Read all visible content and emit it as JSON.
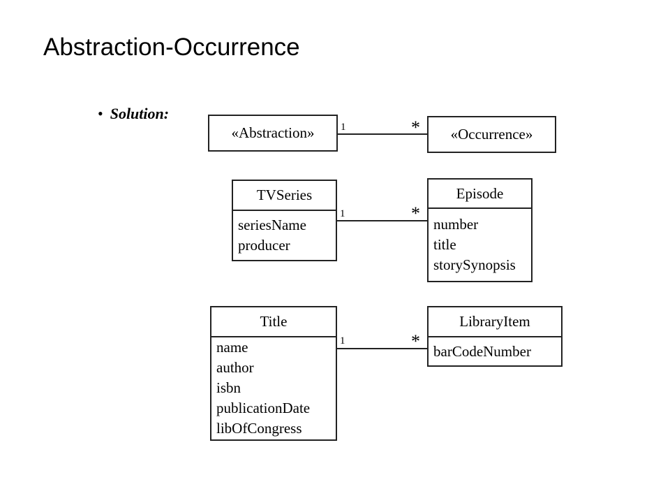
{
  "slide": {
    "title": "Abstraction-Occurrence",
    "bullet_marker": "•",
    "bullet_label": "Solution:"
  },
  "diagram": {
    "generic": {
      "abstraction": {
        "name": "«Abstraction»"
      },
      "occurrence": {
        "name": "«Occurrence»"
      },
      "mult_one": "1",
      "mult_many": "*"
    },
    "tv_example": {
      "abstraction": {
        "name": "TVSeries",
        "attributes": [
          "seriesName",
          "producer"
        ]
      },
      "occurrence": {
        "name": "Episode",
        "attributes": [
          "number",
          "title",
          "storySynopsis"
        ]
      },
      "mult_one": "1",
      "mult_many": "*"
    },
    "library_example": {
      "abstraction": {
        "name": "Title",
        "attributes": [
          "name",
          "author",
          "isbn",
          "publicationDate",
          "libOfCongress"
        ]
      },
      "occurrence": {
        "name": "LibraryItem",
        "attributes": [
          "barCodeNumber"
        ]
      },
      "mult_one": "1",
      "mult_many": "*"
    }
  }
}
